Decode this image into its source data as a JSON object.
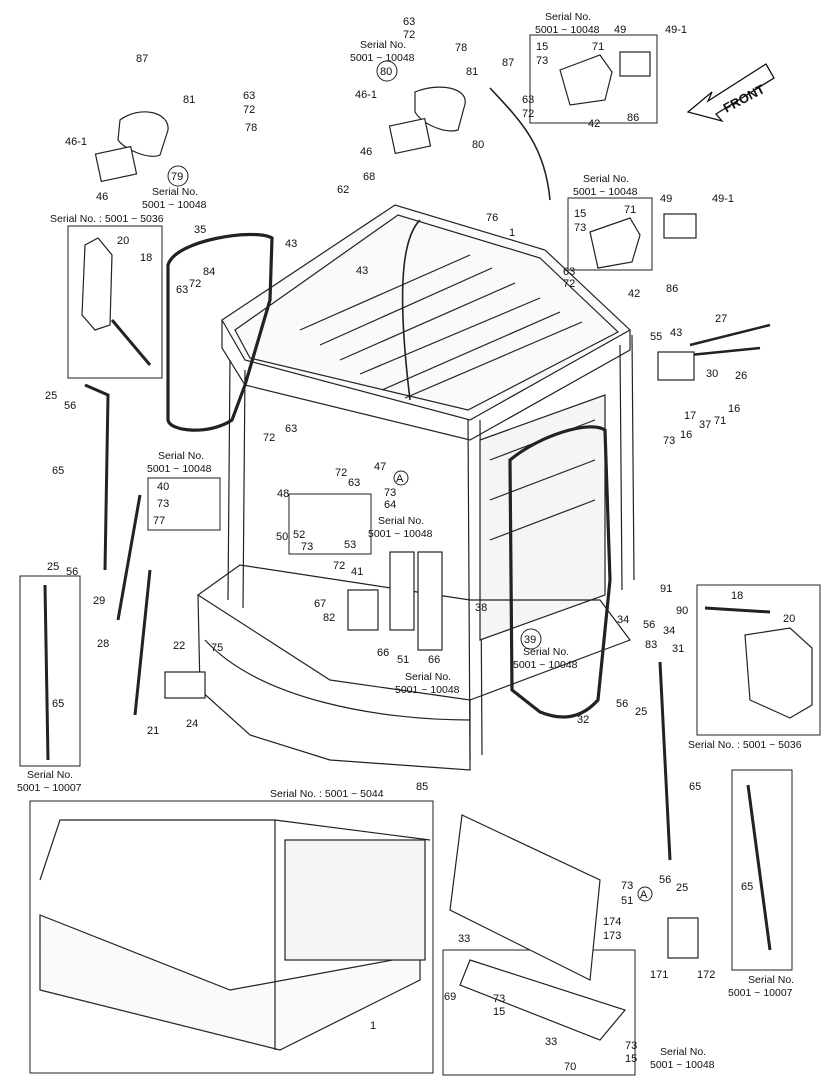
{
  "diagram": {
    "front_label": "FRONT",
    "serials": {
      "s5001_10048": "5001 ~ 10048",
      "s5001_10007": "5001 ~ 10007",
      "serial_no": "Serial No.",
      "serial_5036": "Serial No. : 5001 ~ 5036",
      "serial_5044": "Serial No. : 5001 ~ 5044"
    },
    "parts": {
      "p1": "1",
      "p15": "15",
      "p16": "16",
      "p17": "17",
      "p18": "18",
      "p20": "20",
      "p21": "21",
      "p22": "22",
      "p24": "24",
      "p25": "25",
      "p26": "26",
      "p27": "27",
      "p28": "28",
      "p29": "29",
      "p30": "30",
      "p31": "31",
      "p32": "32",
      "p33": "33",
      "p34": "34",
      "p35": "35",
      "p37": "37",
      "p38": "38",
      "p39": "39",
      "p40": "40",
      "p41": "41",
      "p42": "42",
      "p43": "43",
      "p46": "46",
      "p46_1": "46-1",
      "p47": "47",
      "p48": "48",
      "p49": "49",
      "p49_1": "49-1",
      "p50": "50",
      "p51": "51",
      "p52": "52",
      "p53": "53",
      "p55": "55",
      "p56": "56",
      "p62": "62",
      "p63": "63",
      "p64": "64",
      "p65": "65",
      "p66": "66",
      "p67": "67",
      "p68": "68",
      "p69": "69",
      "p70": "70",
      "p71": "71",
      "p72": "72",
      "p73": "73",
      "p75": "75",
      "p76": "76",
      "p77": "77",
      "p78": "78",
      "p79": "79",
      "p80": "80",
      "p81": "81",
      "p82": "82",
      "p83": "83",
      "p84": "84",
      "p85": "85",
      "p86": "86",
      "p87": "87",
      "p90": "90",
      "p91": "91",
      "p171": "171",
      "p172": "172",
      "p173": "173",
      "p174": "174",
      "marker_a": "A"
    }
  }
}
